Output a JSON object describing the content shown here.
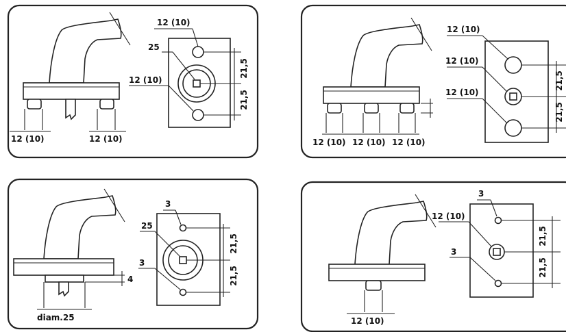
{
  "panels": [
    {
      "id": "top-left",
      "side_labels": [
        "12 (10)",
        "12 (10)"
      ],
      "plate_labels": {
        "top": "12 (10)",
        "center": "25",
        "bottom": "12 (10)"
      },
      "spacing": [
        "21,5",
        "21,5"
      ]
    },
    {
      "id": "top-right",
      "side_labels": [
        "12 (10)",
        "12 (10)",
        "12 (10)"
      ],
      "plate_labels": {
        "top": "12 (10)",
        "center": "12 (10)",
        "bottom": "12 (10)"
      },
      "spacing": [
        "21,5",
        "21,5"
      ]
    },
    {
      "id": "bottom-left",
      "side_labels": {
        "base_diameter": "diam.25",
        "base_height": "4"
      },
      "plate_labels": {
        "top": "3",
        "center": "25",
        "bottom": "3"
      },
      "spacing": [
        "21,5",
        "21,5"
      ]
    },
    {
      "id": "bottom-right",
      "side_labels": [
        "12 (10)"
      ],
      "plate_labels": {
        "top": "3",
        "center": "12 (10)",
        "bottom": "3"
      },
      "spacing": [
        "21,5",
        "21,5"
      ]
    }
  ]
}
